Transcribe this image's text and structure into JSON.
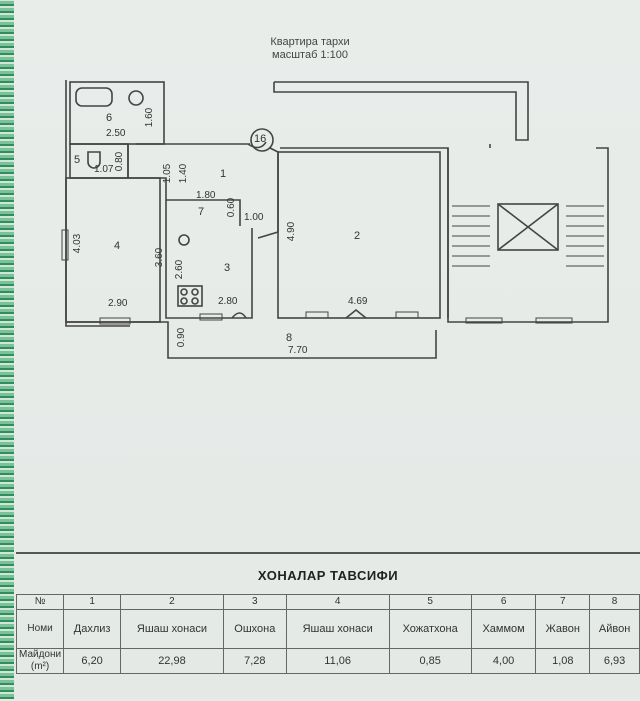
{
  "plan": {
    "title_line1": "Квартира тархи",
    "title_line2": "масштаб 1:100",
    "apartment_number": "16",
    "room_numbers": [
      "1",
      "2",
      "3",
      "4",
      "5",
      "6",
      "7",
      "8"
    ],
    "dimensions": {
      "d6_width": "2.50",
      "d6_height": "1.60",
      "d5_width": "1.07",
      "d5_height": "0.80",
      "d1_h1": "1.05",
      "d1_h2": "1.40",
      "d1_width": "1.80",
      "d7_height": "0.60",
      "d7_width": "1.00",
      "d2_height": "4.90",
      "d2_width": "4.69",
      "d4_height": "4.03",
      "d4_width": "2.90",
      "d3_h1": "3.60",
      "d3_h2": "2.60",
      "d3_width": "2.80",
      "d8_height": "0.90",
      "d8_width": "7.70"
    }
  },
  "table": {
    "title": "ХОНАЛАР ТАВСИФИ",
    "row_headers": {
      "number": "№",
      "name": "Номи",
      "area_line1": "Майдони",
      "area_line2": "(m²)"
    },
    "columns": [
      {
        "no": "1",
        "name": "Дахлиз",
        "area": "6,20"
      },
      {
        "no": "2",
        "name": "Яшаш хонаси",
        "area": "22,98"
      },
      {
        "no": "3",
        "name": "Ошхона",
        "area": "7,28"
      },
      {
        "no": "4",
        "name": "Яшаш хонаси",
        "area": "11,06"
      },
      {
        "no": "5",
        "name": "Хожатхона",
        "area": "0,85"
      },
      {
        "no": "6",
        "name": "Хаммом",
        "area": "4,00"
      },
      {
        "no": "7",
        "name": "Жавон",
        "area": "1,08"
      },
      {
        "no": "8",
        "name": "Айвон",
        "area": "6,93"
      }
    ]
  }
}
